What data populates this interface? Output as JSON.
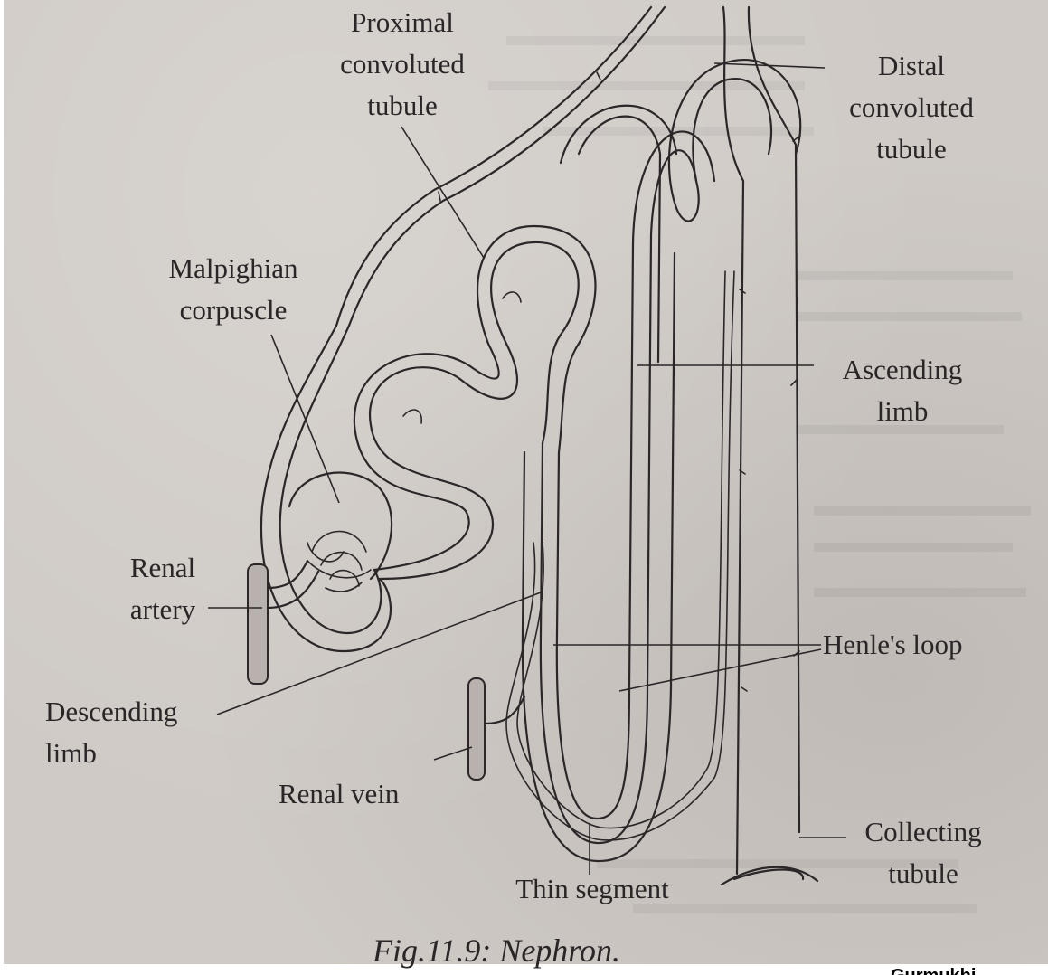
{
  "figure": {
    "caption": "Fig.11.9: Nephron.",
    "labels": {
      "proximal_convoluted_tubule": "Proximal\nconvoluted\ntubule",
      "distal_convoluted_tubule": "Distal\nconvoluted\ntubule",
      "malpighian_corpuscle": "Malpighian\ncorpuscle",
      "ascending_limb": "Ascending\nlimb",
      "renal_artery": "Renal\nartery",
      "henles_loop": "Henle's loop",
      "descending_limb": "Descending\nlimb",
      "renal_vein": "Renal vein",
      "collecting_tubule": "Collecting\ntubule",
      "thin_segment": "Thin segment"
    }
  },
  "corner_text": "Gurmukhi",
  "colors": {
    "paper": "#cfcac5",
    "ink": "#2b2628"
  }
}
